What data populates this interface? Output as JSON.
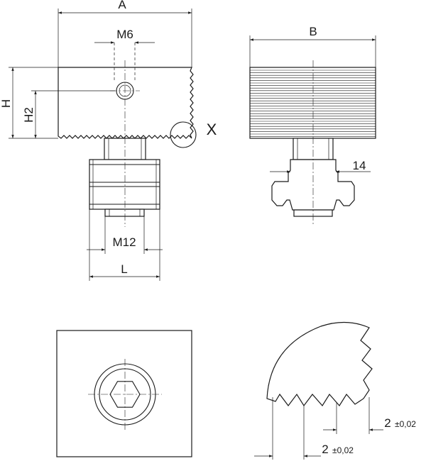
{
  "labels": {
    "dim_a": "A",
    "dim_b": "B",
    "dim_m6": "M6",
    "dim_h": "H",
    "dim_h2": "H2",
    "dim_x": "X",
    "dim_14": "14",
    "dim_m12": "M12",
    "dim_l": "L",
    "pitch_1": "2",
    "pitch_1_tol": "±0,02",
    "pitch_2": "2",
    "pitch_2_tol": "±0,02"
  }
}
